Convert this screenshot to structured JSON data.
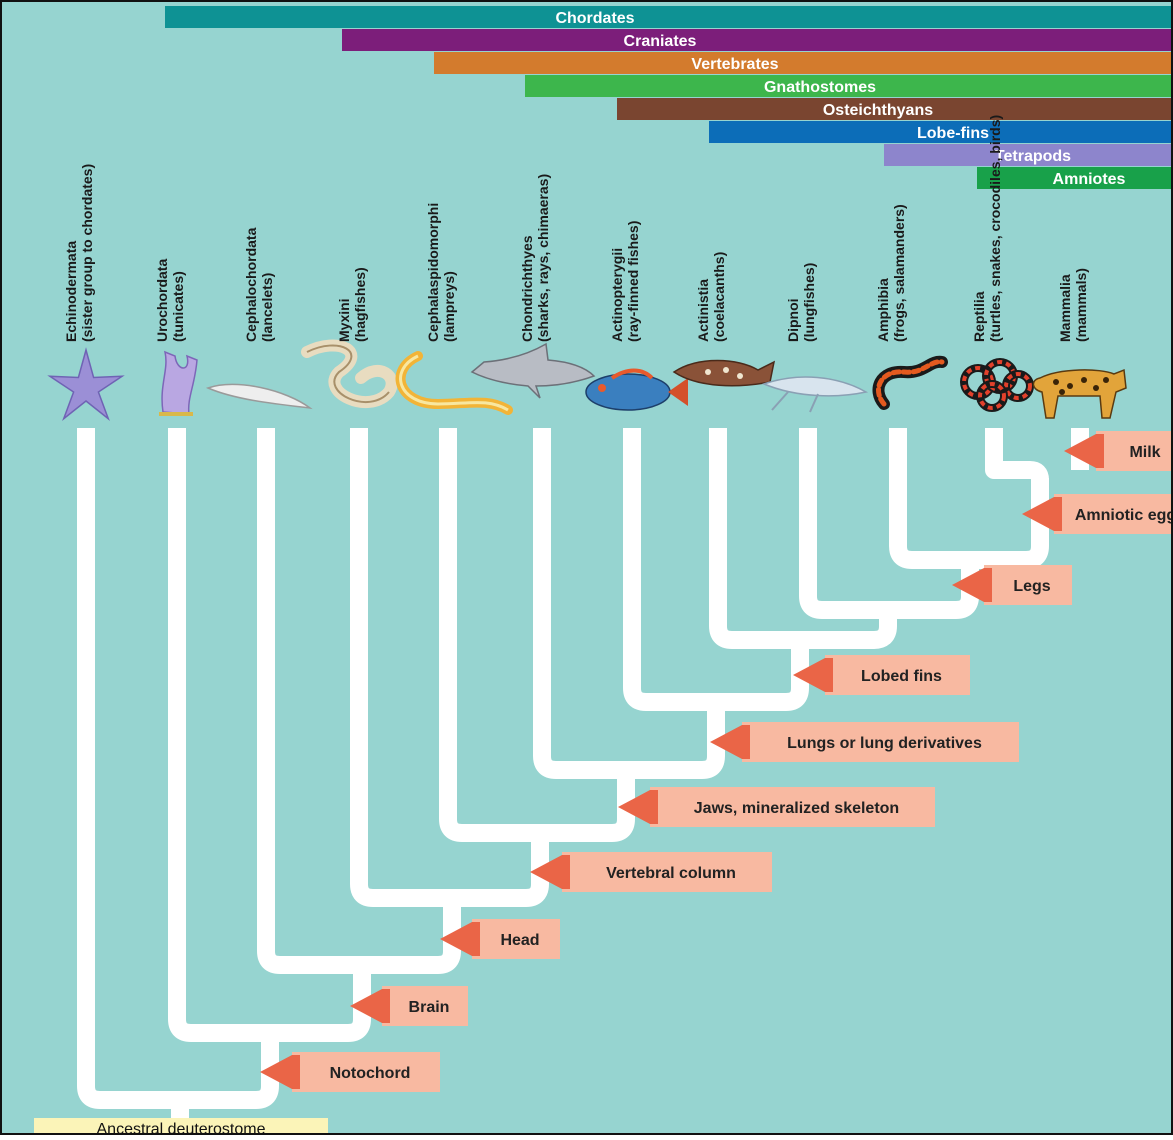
{
  "colors": {
    "background": "#96d4d0",
    "branch": "#ffffff",
    "trait_box": "#f8b9a1",
    "trait_arrow": "#ea6547",
    "root_box": "#fbf4b8",
    "frame": "#111111"
  },
  "clade_bands": [
    {
      "label": "Chordates",
      "color": "#0e9294"
    },
    {
      "label": "Craniates",
      "color": "#7c1e7a"
    },
    {
      "label": "Vertebrates",
      "color": "#d37b2d"
    },
    {
      "label": "Gnathostomes",
      "color": "#3db64c"
    },
    {
      "label": "Osteichthyans",
      "color": "#7a4530"
    },
    {
      "label": "Lobe-fins",
      "color": "#0c6db8"
    },
    {
      "label": "Tetrapods",
      "color": "#8d85cc"
    },
    {
      "label": "Amniotes",
      "color": "#18a14a"
    }
  ],
  "taxa": [
    {
      "name": "Echinodermata",
      "common": "(sister group to chordates)",
      "icon": "sea-star-icon"
    },
    {
      "name": "Urochordata",
      "common": "(tunicates)",
      "icon": "tunicate-icon"
    },
    {
      "name": "Cephalochordata",
      "common": "(lancelets)",
      "icon": "lancelet-icon"
    },
    {
      "name": "Myxini",
      "common": "(hagfishes)",
      "icon": "hagfish-icon"
    },
    {
      "name": "Cephalaspidomorphi",
      "common": "(lampreys)",
      "icon": "lamprey-icon"
    },
    {
      "name": "Chondrichthyes",
      "common": "(sharks, rays, chimaeras)",
      "icon": "shark-icon"
    },
    {
      "name": "Actinopterygii",
      "common": "(ray-finned fishes)",
      "icon": "ray-finned-fish-icon"
    },
    {
      "name": "Actinistia",
      "common": "(coelacanths)",
      "icon": "coelacanth-icon"
    },
    {
      "name": "Dipnoi",
      "common": "(lungfishes)",
      "icon": "lungfish-icon"
    },
    {
      "name": "Amphibia",
      "common": "(frogs, salamanders)",
      "icon": "salamander-icon"
    },
    {
      "name": "Reptilia",
      "common": "(turtles, snakes, crocodiles, birds)",
      "icon": "snake-icon"
    },
    {
      "name": "Mammalia",
      "common": "(mammals)",
      "icon": "mammal-icon"
    }
  ],
  "traits": [
    "Milk",
    "Amniotic egg",
    "Legs",
    "Lobed fins",
    "Lungs or lung derivatives",
    "Jaws, mineralized skeleton",
    "Vertebral column",
    "Head",
    "Brain",
    "Notochord"
  ],
  "root_label": "Ancestral deuterostome"
}
